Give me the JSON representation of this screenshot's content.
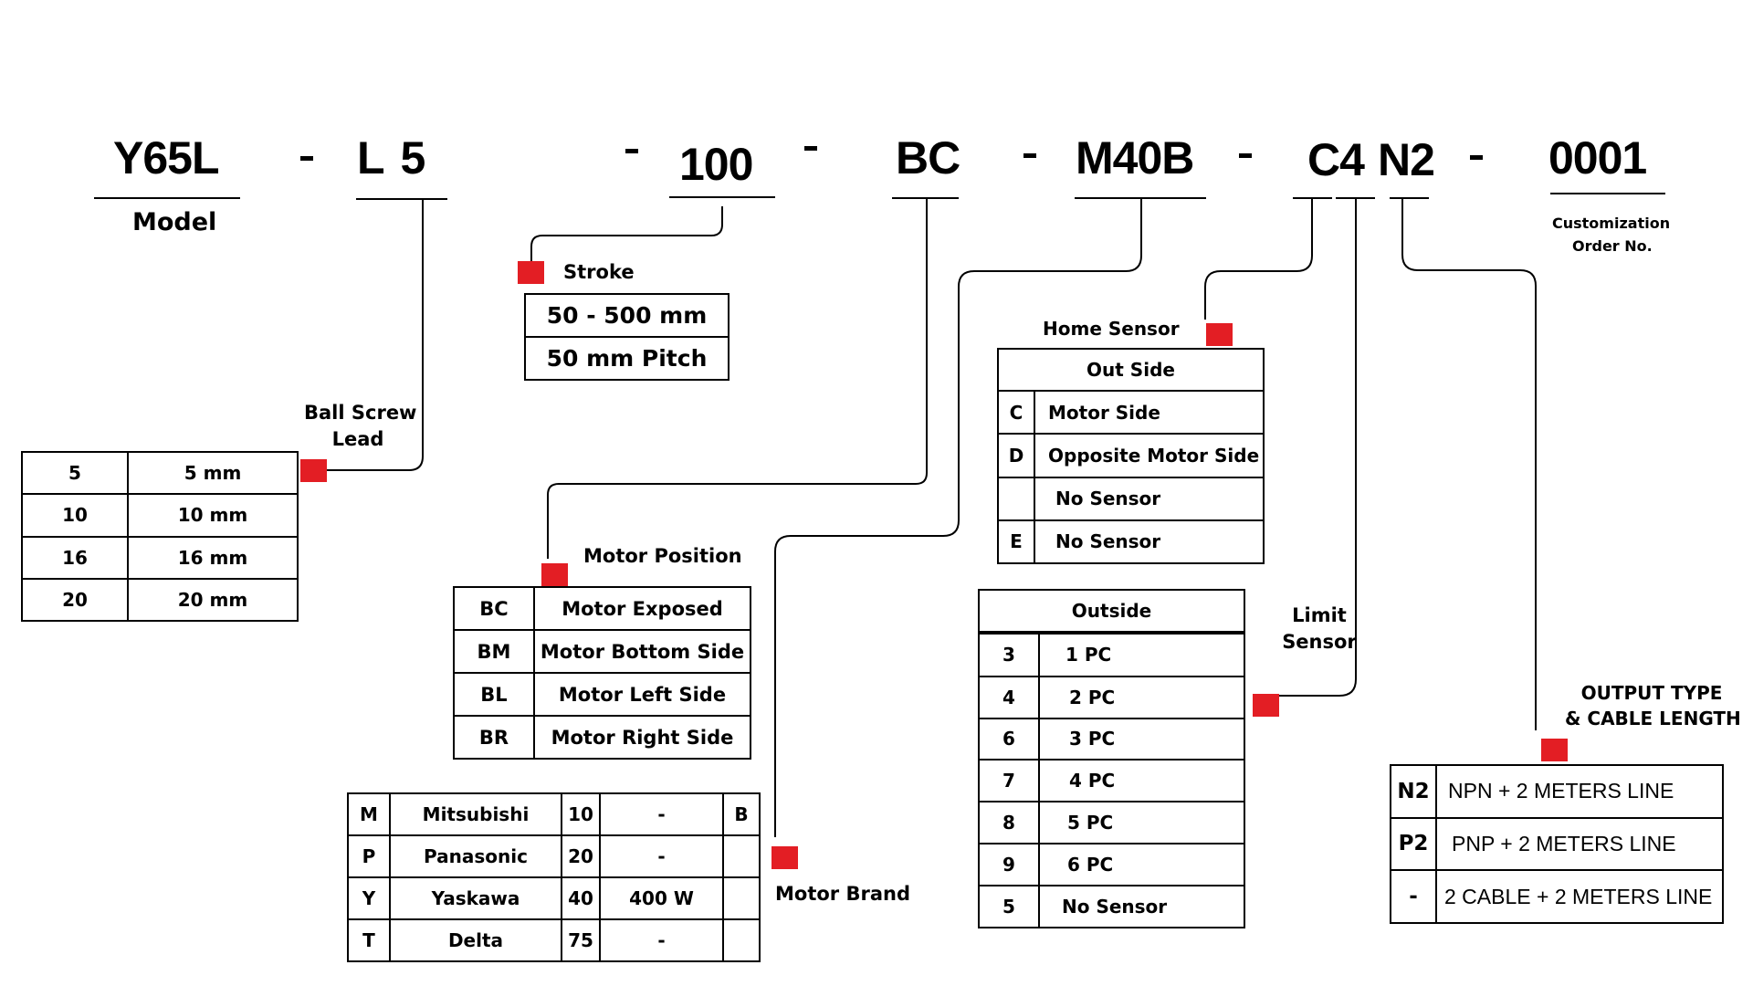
{
  "colors": {
    "marker": "#E31E24",
    "line": "#000000",
    "background": "#ffffff"
  },
  "code": {
    "model": "Y65L",
    "lead": "L 5",
    "stroke": "100",
    "motor_position": "BC",
    "motor_brand": "M40B",
    "home_sensor": "C4",
    "output": "N2",
    "order": "0001",
    "separator": "-"
  },
  "labels": {
    "model": "Model",
    "ball_screw_lead_1": "Ball Screw",
    "ball_screw_lead_2": "Lead",
    "stroke": "Stroke",
    "motor_position": "Motor Position",
    "motor_brand": "Motor Brand",
    "home_sensor": "Home Sensor",
    "limit_sensor_1": "Limit",
    "limit_sensor_2": "Sensor",
    "output_1": "OUTPUT TYPE",
    "output_2": "& CABLE LENGTH",
    "order_1": "Customization",
    "order_2": "Order No."
  },
  "ball_screw_lead": {
    "rows": [
      {
        "code": "5",
        "value": "5 mm"
      },
      {
        "code": "10",
        "value": "10 mm"
      },
      {
        "code": "16",
        "value": "16 mm"
      },
      {
        "code": "20",
        "value": "20 mm"
      }
    ]
  },
  "stroke": {
    "range": "50 - 500 mm",
    "pitch": "50 mm Pitch"
  },
  "motor_position": {
    "rows": [
      {
        "code": "BC",
        "value": "Motor Exposed"
      },
      {
        "code": "BM",
        "value": "Motor Bottom Side"
      },
      {
        "code": "BL",
        "value": "Motor Left Side"
      },
      {
        "code": "BR",
        "value": "Motor Right Side"
      }
    ]
  },
  "motor_brand": {
    "rows": [
      {
        "code": "M",
        "brand": "Mitsubishi",
        "power_code": "10",
        "power": "-",
        "brake": "B"
      },
      {
        "code": "P",
        "brand": "Panasonic",
        "power_code": "20",
        "power": "-",
        "brake": ""
      },
      {
        "code": "Y",
        "brand": "Yaskawa",
        "power_code": "40",
        "power": "400 W",
        "brake": ""
      },
      {
        "code": "T",
        "brand": "Delta",
        "power_code": "75",
        "power": "-",
        "brake": ""
      }
    ]
  },
  "home_sensor": {
    "header": "Out Side",
    "rows": [
      {
        "code": "C",
        "value": "Motor Side"
      },
      {
        "code": "D",
        "value": "Opposite Motor Side"
      },
      {
        "code": "",
        "value": "No Sensor"
      },
      {
        "code": "E",
        "value": "No Sensor"
      }
    ]
  },
  "limit_sensor": {
    "header": "Outside",
    "rows": [
      {
        "code": "3",
        "value": "1 PC"
      },
      {
        "code": "4",
        "value": "2 PC"
      },
      {
        "code": "6",
        "value": "3 PC"
      },
      {
        "code": "7",
        "value": "4 PC"
      },
      {
        "code": "8",
        "value": "5 PC"
      },
      {
        "code": "9",
        "value": "6 PC"
      },
      {
        "code": "5",
        "value": "No Sensor"
      }
    ]
  },
  "output_type": {
    "rows": [
      {
        "code": "N2",
        "value": "NPN + 2 METERS LINE"
      },
      {
        "code": "P2",
        "value": "PNP + 2 METERS LINE"
      },
      {
        "code": "-",
        "value": "2 CABLE + 2 METERS LINE"
      }
    ]
  }
}
